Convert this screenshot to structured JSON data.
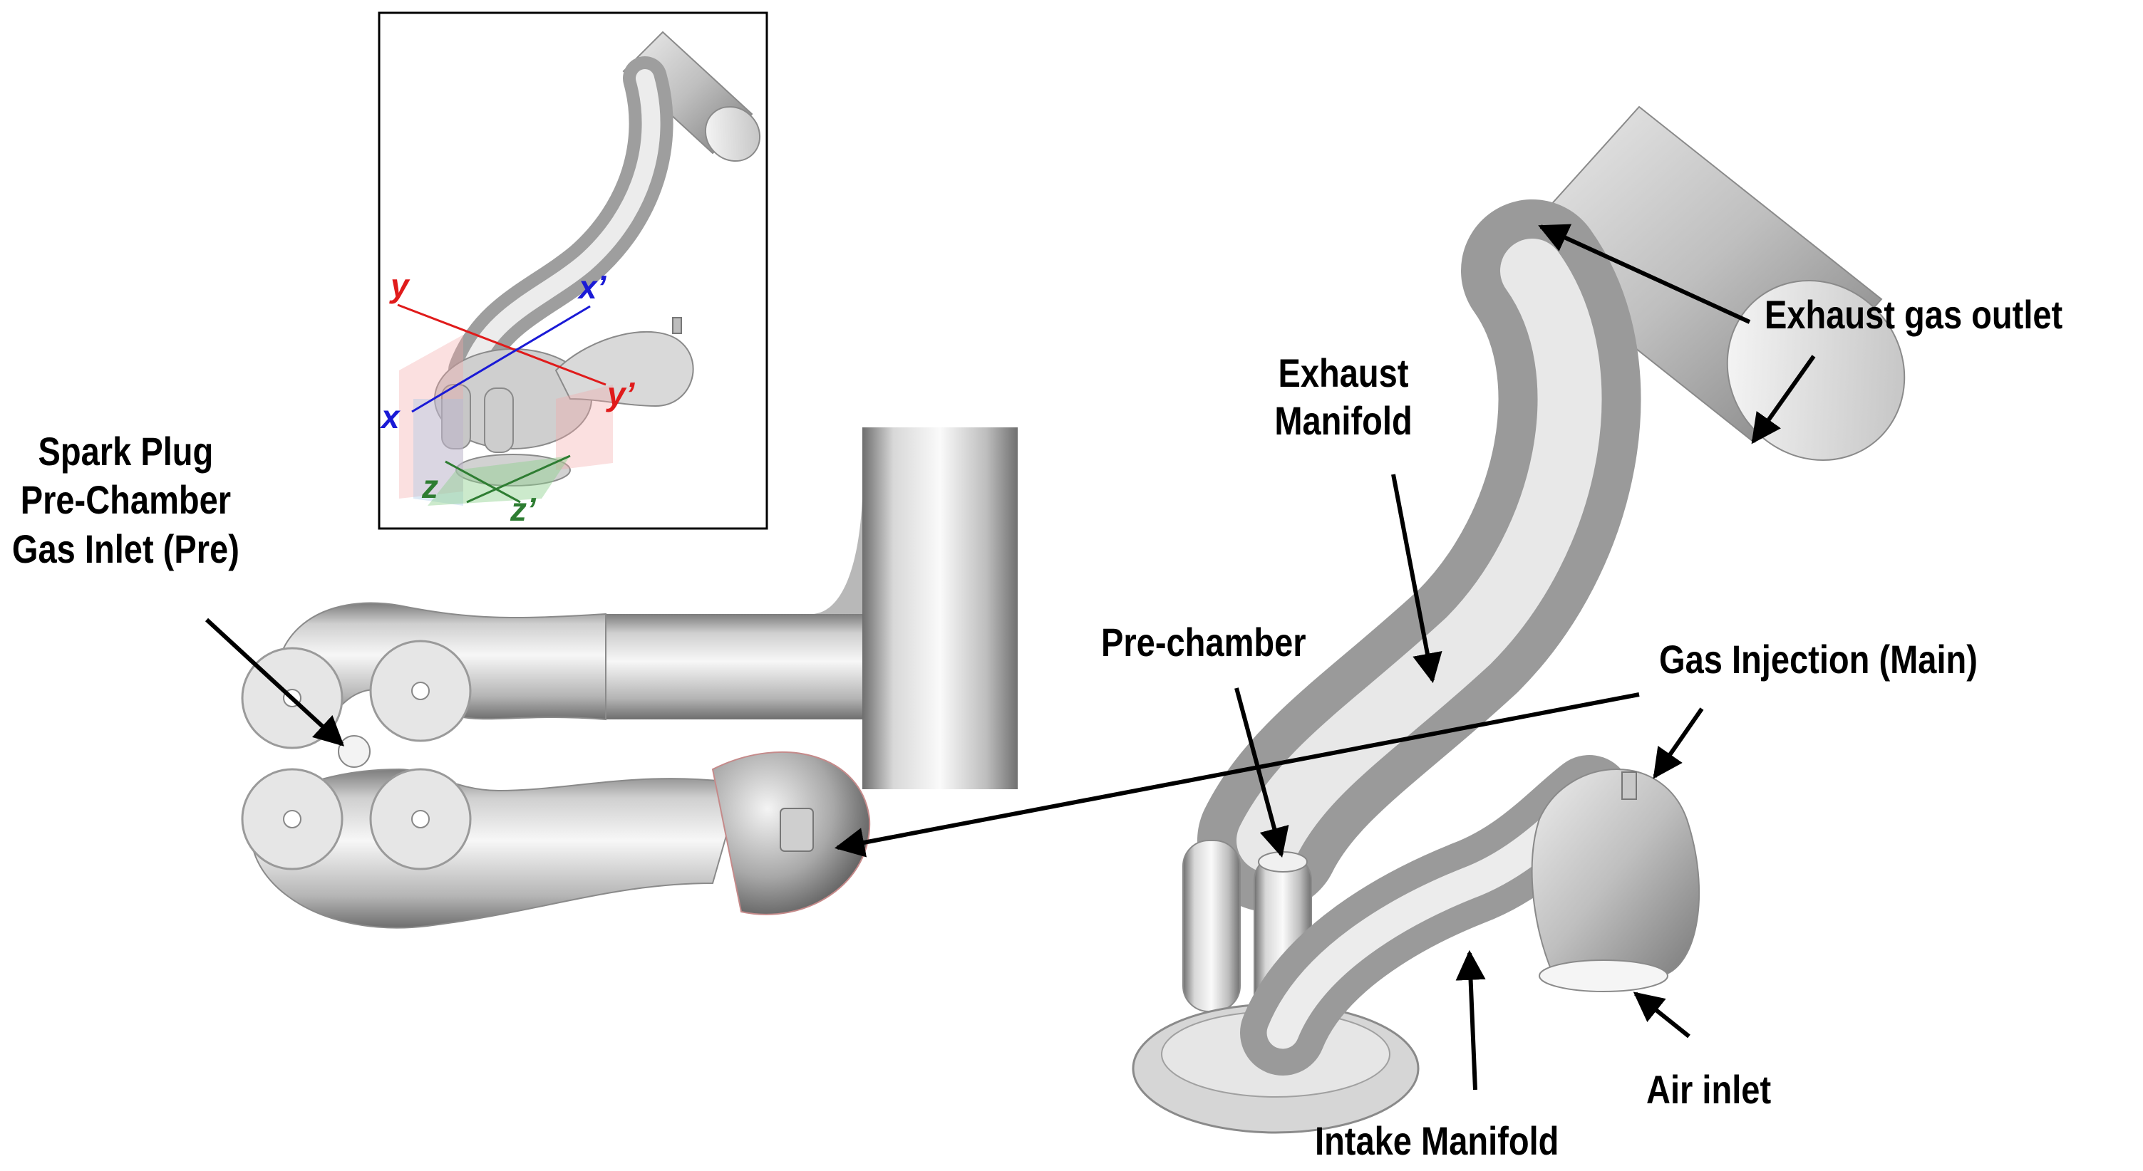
{
  "labels": {
    "spark_plug": [
      "Spark Plug",
      "Pre-Chamber",
      "Gas Inlet (Pre)"
    ],
    "exhaust_manifold": [
      "Exhaust",
      "Manifold"
    ],
    "exhaust_outlet": "Exhaust gas outlet",
    "pre_chamber": "Pre-chamber",
    "gas_injection": "Gas Injection (Main)",
    "air_inlet": "Air inlet",
    "intake_manifold": "Intake Manifold"
  },
  "axes": {
    "x": "x",
    "x_prime": "x’",
    "y": "y",
    "y_prime": "y’",
    "z": "z",
    "z_prime": "z’"
  },
  "colors": {
    "x_axis": "#1a1ad6",
    "y_axis": "#e01b1b",
    "z_axis": "#2e7d32",
    "metal_light": "#f2f2f2",
    "metal_dark": "#8a8a8a"
  }
}
